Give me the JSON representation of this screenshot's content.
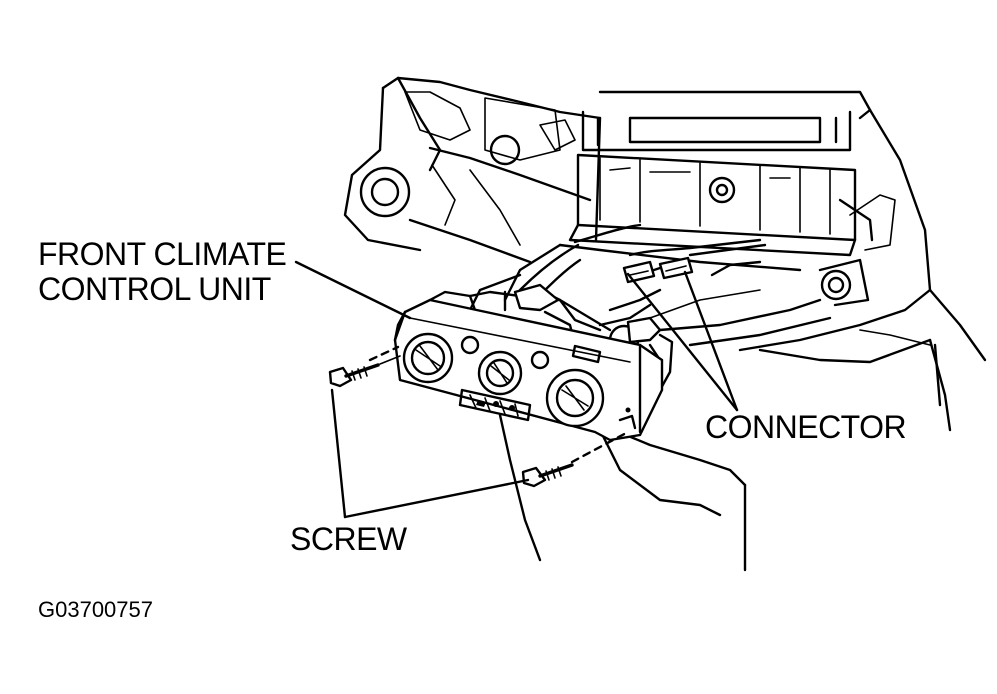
{
  "labels": {
    "unit_line1": "FRONT CLIMATE",
    "unit_line2": "CONTROL UNIT",
    "connector": "CONNECTOR",
    "screw": "SCREW",
    "figure_id": "G03700757"
  }
}
